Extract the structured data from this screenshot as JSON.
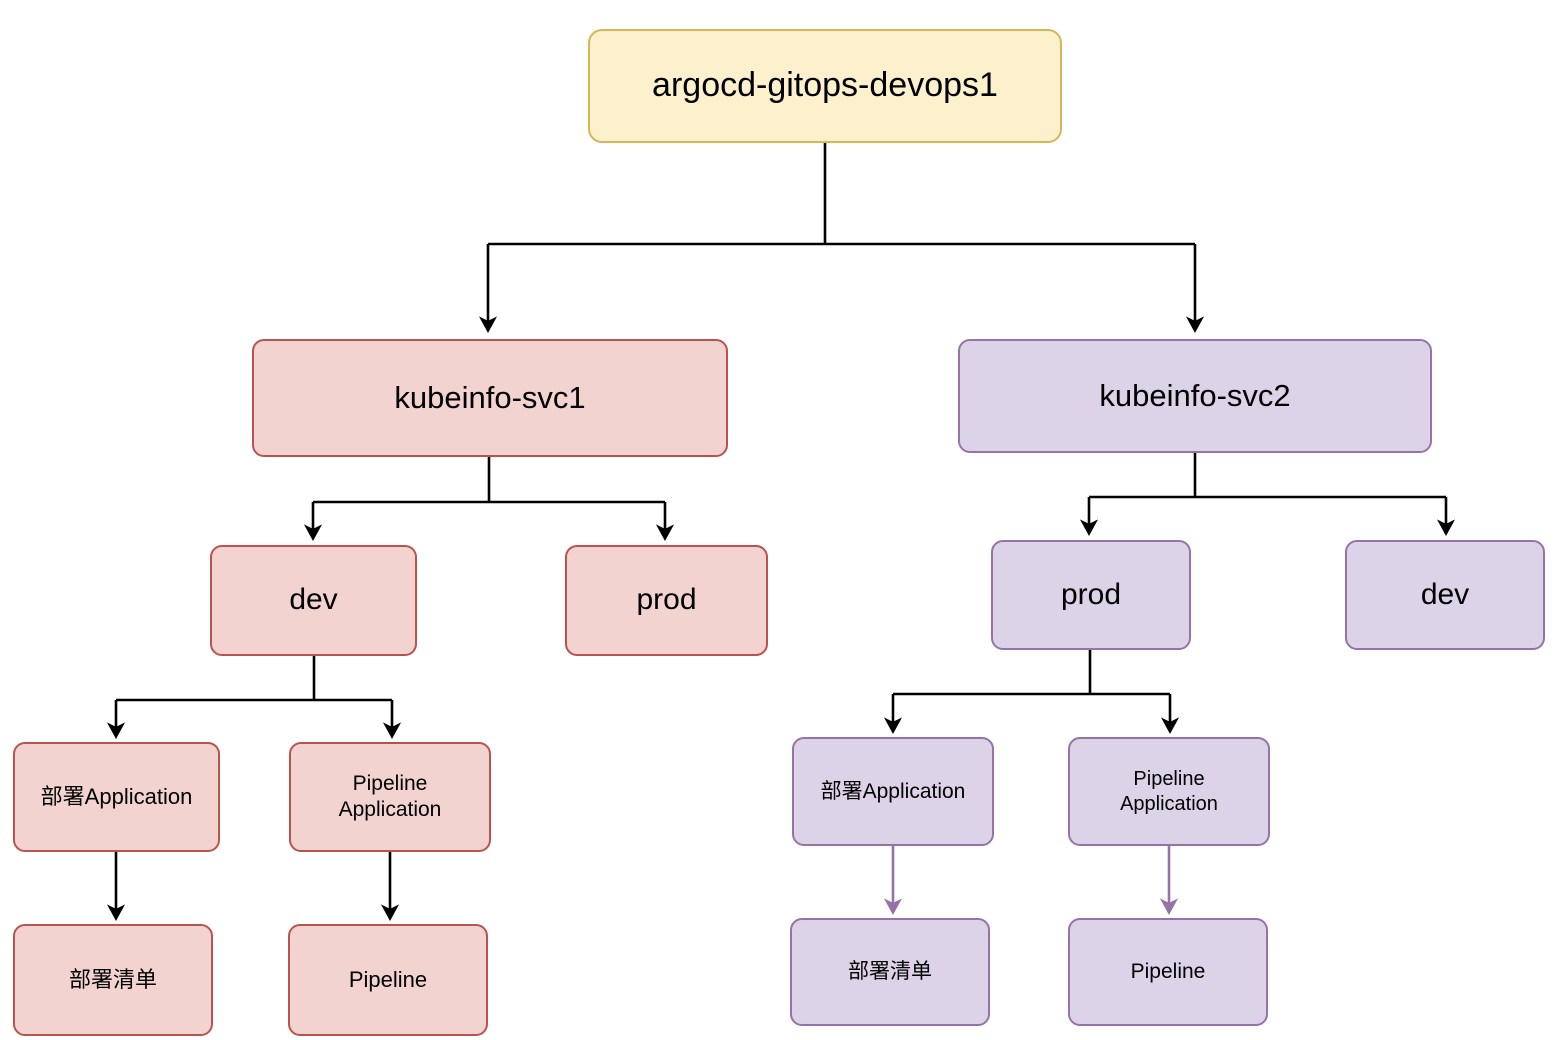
{
  "diagram": {
    "title": "argocd gitops devops tree",
    "background": "#ffffff",
    "palette": {
      "root_fill": "#fcf0cd",
      "root_stroke": "#d6b656",
      "pink_fill": "#f2d3d0",
      "pink_stroke": "#b85450",
      "purple_fill": "#ddd3e8",
      "purple_stroke": "#9673a6",
      "edge_black": "#000000",
      "edge_purple": "#9673a6"
    }
  },
  "nodes": {
    "root": {
      "label": "argocd-gitops-devops1"
    },
    "svc1": {
      "label": "kubeinfo-svc1"
    },
    "svc2": {
      "label": "kubeinfo-svc2"
    },
    "svc1_dev": {
      "label": "dev"
    },
    "svc1_prod": {
      "label": "prod"
    },
    "svc2_prod": {
      "label": "prod"
    },
    "svc2_dev": {
      "label": "dev"
    },
    "svc1_deploy_app": {
      "label": "部署Application"
    },
    "svc1_pipeline_app": {
      "label": "Pipeline\nApplication"
    },
    "svc1_deploy_manifest": {
      "label": "部署清单"
    },
    "svc1_pipeline": {
      "label": "Pipeline"
    },
    "svc2_deploy_app": {
      "label": "部署Application"
    },
    "svc2_pipeline_app": {
      "label": "Pipeline\nApplication"
    },
    "svc2_deploy_manifest": {
      "label": "部署清单"
    },
    "svc2_pipeline": {
      "label": "Pipeline"
    }
  },
  "chart_data": {
    "type": "tree",
    "title": "argocd-gitops-devops1 application hierarchy",
    "edges": [
      {
        "from": "root",
        "to": "svc1",
        "color": "#000000"
      },
      {
        "from": "root",
        "to": "svc2",
        "color": "#000000"
      },
      {
        "from": "svc1",
        "to": "svc1_dev",
        "color": "#000000"
      },
      {
        "from": "svc1",
        "to": "svc1_prod",
        "color": "#000000"
      },
      {
        "from": "svc2",
        "to": "svc2_prod",
        "color": "#000000"
      },
      {
        "from": "svc2",
        "to": "svc2_dev",
        "color": "#000000"
      },
      {
        "from": "svc1_dev",
        "to": "svc1_deploy_app",
        "color": "#000000"
      },
      {
        "from": "svc1_dev",
        "to": "svc1_pipeline_app",
        "color": "#000000"
      },
      {
        "from": "svc1_deploy_app",
        "to": "svc1_deploy_manifest",
        "color": "#000000"
      },
      {
        "from": "svc1_pipeline_app",
        "to": "svc1_pipeline",
        "color": "#000000"
      },
      {
        "from": "svc2_prod",
        "to": "svc2_deploy_app",
        "color": "#000000"
      },
      {
        "from": "svc2_prod",
        "to": "svc2_pipeline_app",
        "color": "#000000"
      },
      {
        "from": "svc2_deploy_app",
        "to": "svc2_deploy_manifest",
        "color": "#9673a6"
      },
      {
        "from": "svc2_pipeline_app",
        "to": "svc2_pipeline",
        "color": "#9673a6"
      }
    ],
    "levels": [
      [
        "argocd-gitops-devops1"
      ],
      [
        "kubeinfo-svc1",
        "kubeinfo-svc2"
      ],
      [
        "dev",
        "prod",
        "prod",
        "dev"
      ],
      [
        "部署Application",
        "Pipeline Application",
        "部署Application",
        "Pipeline Application"
      ],
      [
        "部署清单",
        "Pipeline",
        "部署清单",
        "Pipeline"
      ]
    ]
  }
}
